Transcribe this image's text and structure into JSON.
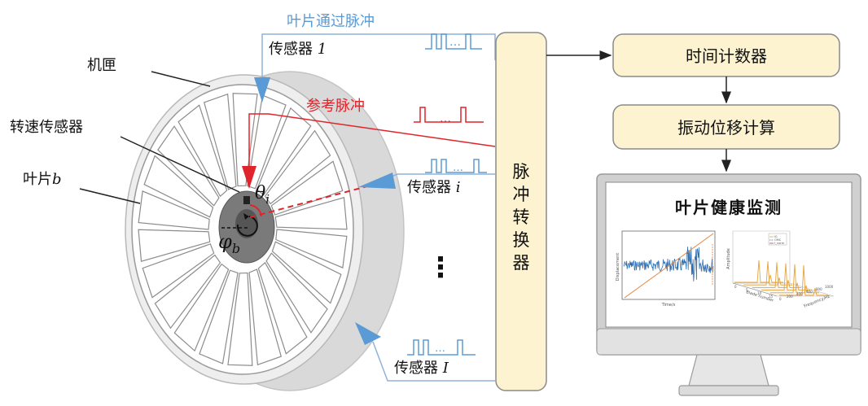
{
  "labels": {
    "casing": "机匣",
    "speed_sensor": "转速传感器",
    "blade_prefix": "叶片",
    "blade_var": "b",
    "sensor_prefix": "传感器",
    "sensor_1_idx": "1",
    "sensor_i_idx": "i",
    "sensor_I_idx": "I",
    "blade_pulse": "叶片通过脉冲",
    "ref_pulse": "参考脉冲",
    "theta_sym": "θ",
    "theta_sub": "i",
    "phi_sym": "φ",
    "phi_sub": "b",
    "ellipsis_dots": "⋮",
    "pulse_dots": "…"
  },
  "boxes": {
    "pulse_converter": [
      "脉",
      "冲",
      "转",
      "换",
      "器"
    ],
    "time_counter": "时间计数器",
    "vibration_calc": "振动位移计算"
  },
  "monitor": {
    "title": "叶片健康监测",
    "chart1_axis_x": "Time/s",
    "chart1_axis_y": "Displacement",
    "chart2_axis_x": "Frequency/Hz",
    "chart2_axis_y": "Amplitude",
    "chart2_axis_z": "Blade number",
    "chart2_ticks_x": [
      "0",
      "200",
      "400",
      "600",
      "800",
      "1000"
    ],
    "chart2_ticks_z": [
      "0",
      "5",
      "10",
      "15"
    ],
    "chart2_legend": [
      "IG",
      "OMC",
      "f_norm"
    ]
  },
  "colors": {
    "blue": "#5b9bd5",
    "red": "#e0242b",
    "box_fill": "#fdf3d0",
    "box_stroke": "#7f7f7f",
    "casing": "#d6d6d6",
    "hub": "#707070"
  }
}
